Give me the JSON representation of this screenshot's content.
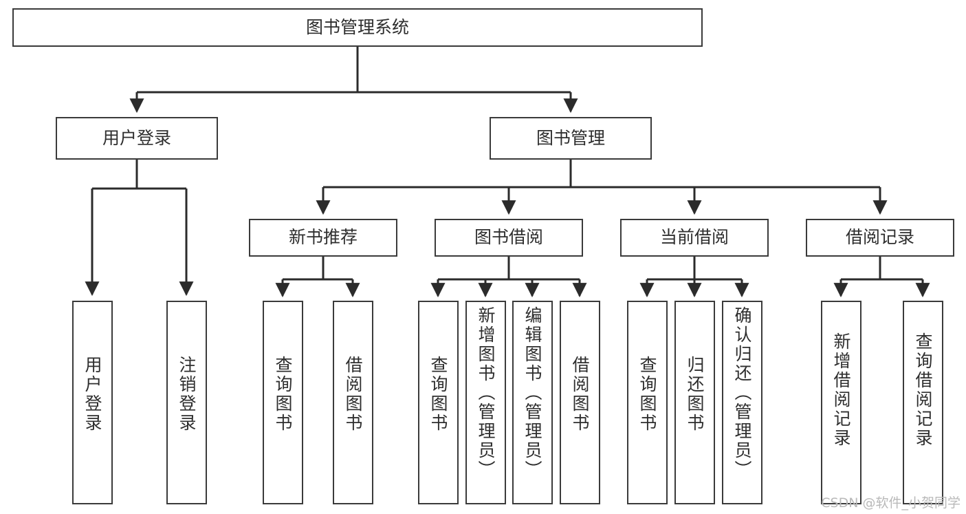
{
  "diagram": {
    "title": "图书管理系统",
    "type": "functional-structure-tree",
    "watermark": "CSDN @软件_小贺同学",
    "colors": {
      "box_border": "#3a3a3a",
      "box_fill": "#ffffff",
      "line": "#2b2b2b",
      "text": "#2e2e2e",
      "watermark": "#b9b9b9",
      "background": "#ffffff"
    },
    "root": {
      "label": "图书管理系统"
    },
    "level2": [
      {
        "label": "用户登录"
      },
      {
        "label": "图书管理"
      }
    ],
    "level3": [
      {
        "label": "新书推荐"
      },
      {
        "label": "图书借阅"
      },
      {
        "label": "当前借阅"
      },
      {
        "label": "借阅记录"
      }
    ],
    "leaves": {
      "user_login": [
        {
          "label": "用户登录"
        },
        {
          "label": "注销登录"
        }
      ],
      "new_book_recommend": [
        {
          "label": "查询图书"
        },
        {
          "label": "借阅图书"
        }
      ],
      "book_borrow": [
        {
          "label": "查询图书"
        },
        {
          "label": "新增图书（管理员）"
        },
        {
          "label": "编辑图书（管理员）"
        },
        {
          "label": "借阅图书"
        }
      ],
      "current_borrow": [
        {
          "label": "查询图书"
        },
        {
          "label": "归还图书"
        },
        {
          "label": "确认归还（管理员）"
        }
      ],
      "borrow_record": [
        {
          "label": "新增借阅记录"
        },
        {
          "label": "查询借阅记录"
        }
      ]
    }
  }
}
